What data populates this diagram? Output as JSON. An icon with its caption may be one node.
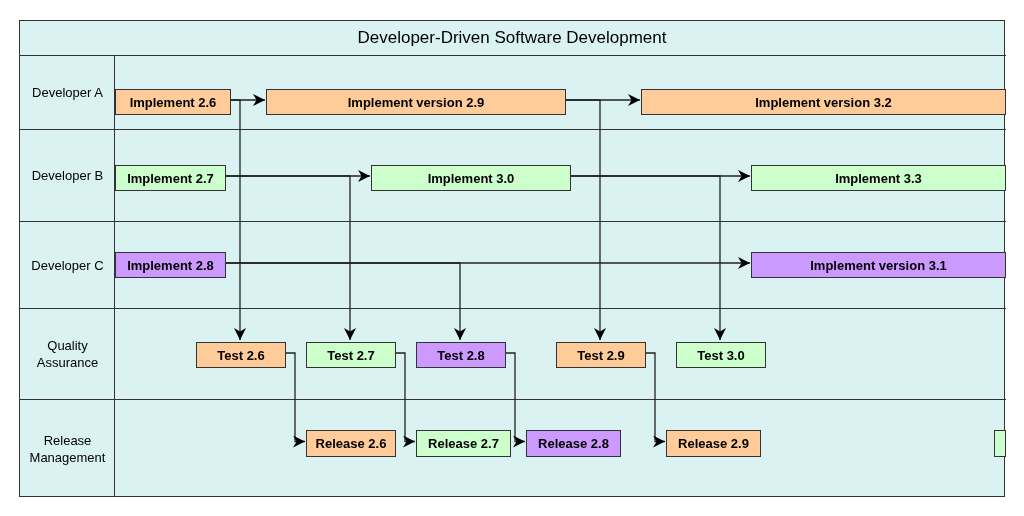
{
  "diagram": {
    "nodes": [
      {
        "text": [
          "Developer-Driven Software Development"
        ]
      },
      {
        "text": [
          "Developer A"
        ],
        "in": 0
      },
      {
        "text": [
          "Implement 2.6"
        ],
        "in": 1
      },
      {
        "text": [
          "Implement version 2.9"
        ],
        "in": 1
      },
      {
        "text": [
          "Implement version 3.2"
        ],
        "in": 1
      },
      {
        "text": [
          "Developer B"
        ],
        "in": 0
      },
      {
        "text": [
          "Implement 2.7"
        ],
        "in": 5
      },
      {
        "text": [
          "Implement 3.0"
        ],
        "in": 5
      },
      {
        "text": [
          "Implement 3.3"
        ],
        "in": 5
      },
      {
        "text": [
          "Developer C"
        ],
        "in": 0
      },
      {
        "text": [
          "Implement 2.8"
        ],
        "in": 9
      },
      {
        "text": [
          "Implement version 3.1"
        ],
        "in": 9
      },
      {
        "text": [
          "Quality Assurance"
        ],
        "in": 0
      },
      {
        "text": [
          "Test 2.6"
        ],
        "in": 12
      },
      {
        "text": [
          "Test 2.7"
        ],
        "in": 12
      },
      {
        "text": [
          "Test 2.8"
        ],
        "in": 12
      },
      {
        "text": [
          "Test 2.9"
        ],
        "in": 12
      },
      {
        "text": [
          "Test 3.0"
        ],
        "in": 12
      },
      {
        "text": [
          "Release Management"
        ],
        "in": 0
      },
      {
        "text": [
          "Release 2.6"
        ],
        "in": 18
      },
      {
        "text": [
          "Release 2.7"
        ],
        "in": 18
      },
      {
        "text": [
          "Release 2.8"
        ],
        "in": 18
      },
      {
        "text": [
          "Release 2.9"
        ],
        "in": 18
      },
      {
        "text": [],
        "shape": "box",
        "in": 18
      }
    ],
    "edges": [
      {
        "from": 2,
        "to": 3,
        "arrow": "to"
      },
      {
        "from": 2,
        "to": 13,
        "arrow": "to"
      },
      {
        "from": 3,
        "to": 4,
        "arrow": "to"
      },
      {
        "from": 3,
        "to": 16,
        "arrow": "to"
      },
      {
        "from": 6,
        "to": 7,
        "arrow": "to"
      },
      {
        "from": 6,
        "to": 14,
        "arrow": "to"
      },
      {
        "from": 7,
        "to": 8,
        "arrow": "to"
      },
      {
        "from": 7,
        "to": 17,
        "arrow": "to"
      },
      {
        "from": 10,
        "to": 11,
        "arrow": "to"
      },
      {
        "from": 10,
        "to": 15,
        "arrow": "to"
      },
      {
        "from": 13,
        "to": 19,
        "arrow": "to"
      },
      {
        "from": 14,
        "to": 20,
        "arrow": "to"
      },
      {
        "from": 15,
        "to": 21,
        "arrow": "to"
      },
      {
        "from": 16,
        "to": 22,
        "arrow": "to"
      }
    ]
  }
}
